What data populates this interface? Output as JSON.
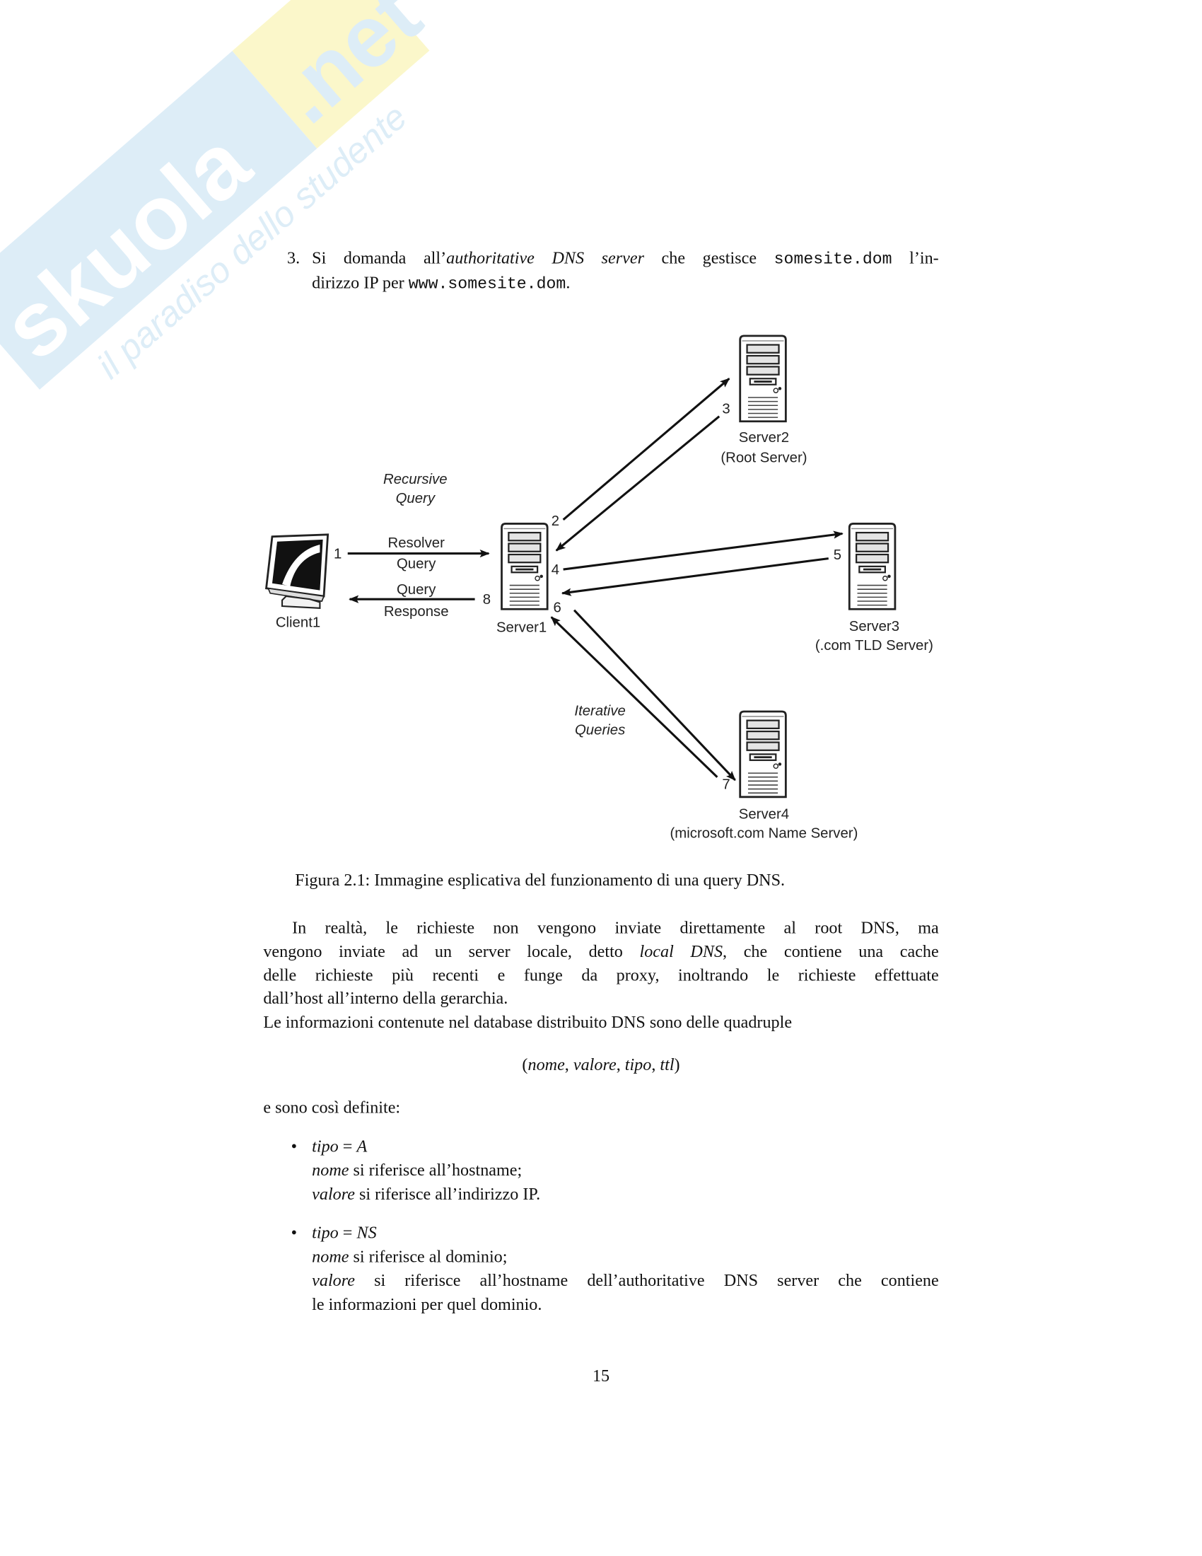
{
  "watermark": {
    "brand": "skuola",
    "brand_suffix": ".net",
    "tagline": "il paradiso dello studente"
  },
  "item3": {
    "number": "3.",
    "line1_a": "Si domanda all’",
    "line1_em": "authoritative DNS server",
    "line1_b": " che gestisce ",
    "line1_code": "somesite.dom",
    "line1_c": " l’in-",
    "line2_a": "dirizzo IP per ",
    "line2_code": "www.somesite.dom",
    "line2_b": "."
  },
  "diagram": {
    "recursive": [
      "Recursive",
      "Query"
    ],
    "resolver": [
      "Resolver",
      "Query"
    ],
    "response": [
      "Query",
      "Response"
    ],
    "iterative": [
      "Iterative",
      "Queries"
    ],
    "client": "Client1",
    "server1": "Server1",
    "server2": [
      "Server2",
      "(Root Server)"
    ],
    "server3": [
      "Server3",
      "(.com TLD Server)"
    ],
    "server4": [
      "Server4",
      "(microsoft.com Name Server)"
    ],
    "steps": [
      "1",
      "2",
      "3",
      "4",
      "5",
      "6",
      "7",
      "8"
    ]
  },
  "caption": "Figura 2.1: Immagine esplicativa del funzionamento di una query DNS.",
  "paragraph": {
    "l1": "In realtà, le richieste non vengono inviate direttamente al root DNS, ma",
    "l2_a": "vengono inviate ad un server locale, detto ",
    "l2_em": "local DNS",
    "l2_b": ", che contiene una cache",
    "l3": "delle richieste più recenti e funge da proxy, inoltrando le richieste effettuate",
    "l4": "dall’host all’interno della gerarchia.",
    "l5": "Le informazioni contenute nel database distribuito DNS sono delle quadruple"
  },
  "tuple": {
    "open": "(",
    "nome": "nome",
    "valore": "valore",
    "tipo": "tipo",
    "ttl": "ttl",
    "sep": ", ",
    "close": ")"
  },
  "intro": "e sono così definite:",
  "bullets": [
    {
      "head_em": "tipo",
      "head_eq": " = ",
      "head_val": "A",
      "l1_em": "nome",
      "l1": " si riferisce all’hostname;",
      "l2_em": "valore",
      "l2": " si riferisce all’indirizzo IP."
    },
    {
      "head_em": "tipo",
      "head_eq": " = ",
      "head_val": "NS",
      "l1_em": "nome",
      "l1": " si riferisce al dominio;",
      "l2_em": "valore",
      "l2": " si riferisce all’hostname dell’authoritative DNS server che contiene",
      "l3": "le informazioni per quel dominio."
    }
  ],
  "page_number": "15"
}
